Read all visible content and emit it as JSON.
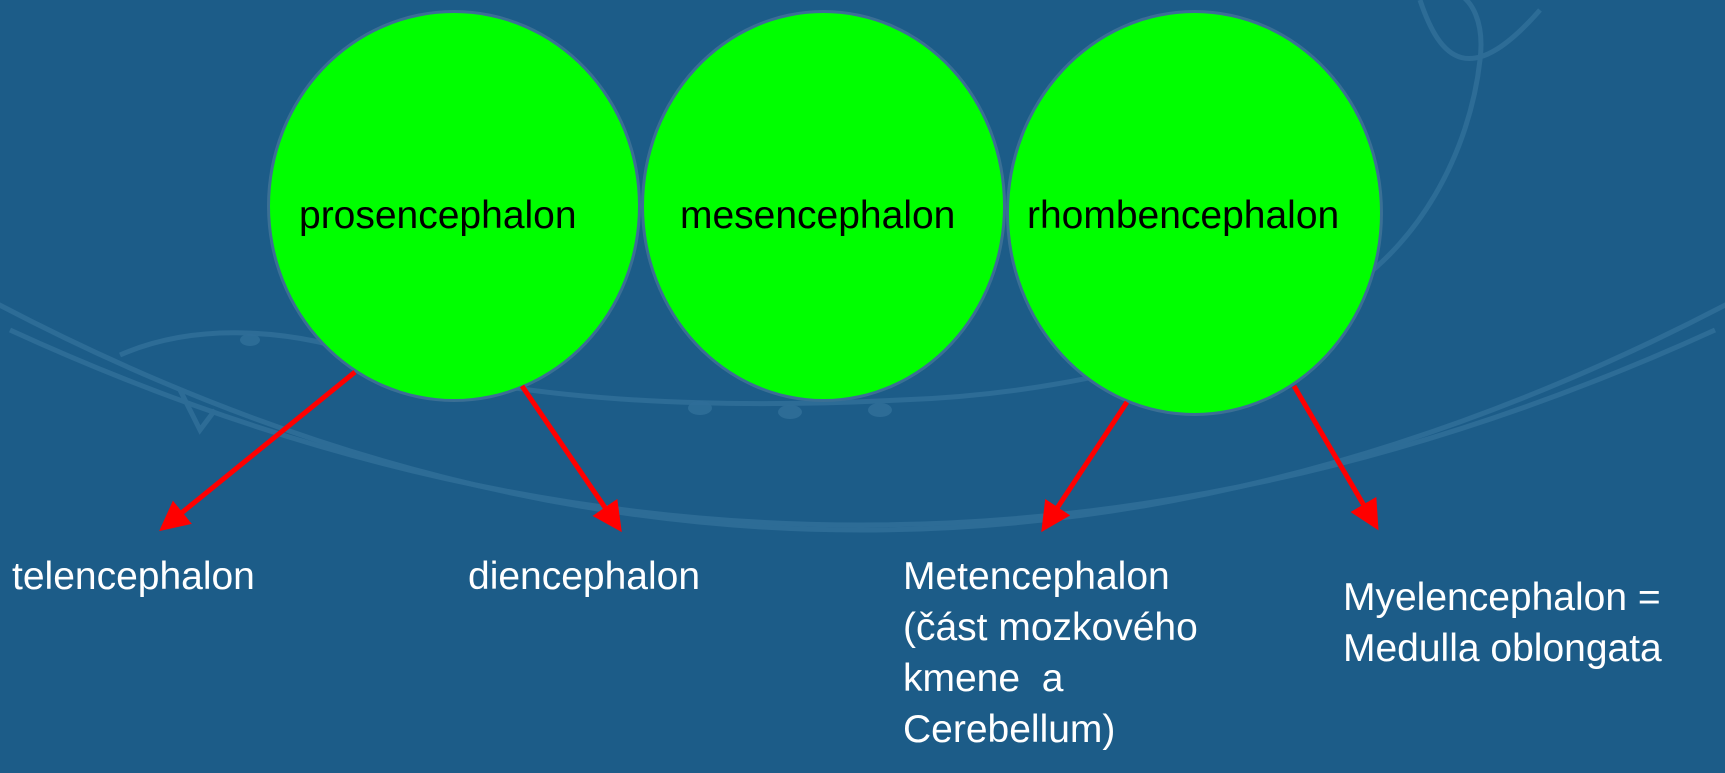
{
  "colors": {
    "background": "#1c5c88",
    "circle_fill": "#00ff00",
    "arrow": "#ff0000",
    "text_dark": "#000000",
    "text_light": "#ffffff"
  },
  "diagram": {
    "parents": [
      {
        "id": "prosencephalon",
        "label": "prosencephalon"
      },
      {
        "id": "mesencephalon",
        "label": "mesencephalon"
      },
      {
        "id": "rhombencephalon",
        "label": "rhombencephalon"
      }
    ],
    "children": {
      "telencephalon": {
        "parent": "prosencephalon",
        "lines": [
          "telencephalon"
        ]
      },
      "diencephalon": {
        "parent": "prosencephalon",
        "lines": [
          "diencephalon"
        ]
      },
      "metencephalon": {
        "parent": "rhombencephalon",
        "lines": [
          "Metencephalon",
          "(část mozkového",
          "kmene  a",
          "Cerebellum)"
        ]
      },
      "myelencephalon": {
        "parent": "rhombencephalon",
        "lines": [
          "Myelencephalon =",
          "Medulla oblongata"
        ]
      }
    }
  }
}
